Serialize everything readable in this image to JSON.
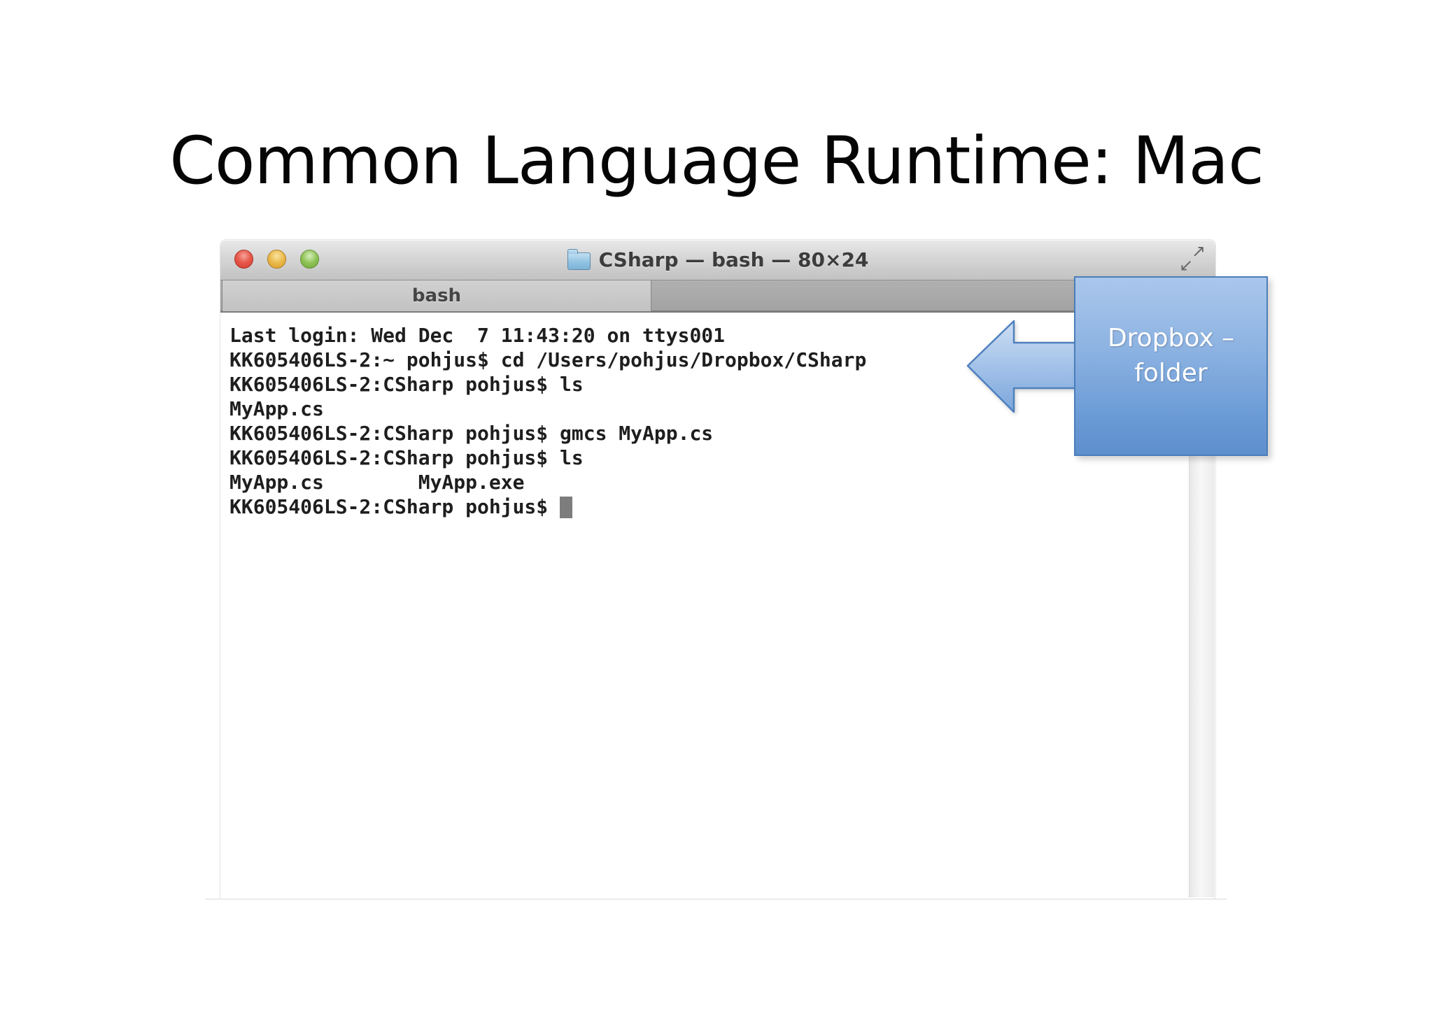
{
  "slide": {
    "title": "Common Language Runtime: Mac"
  },
  "terminal": {
    "window_title": "CSharp — bash — 80×24",
    "tab_label": "bash",
    "lines": [
      "Last login: Wed Dec  7 11:43:20 on ttys001",
      "KK605406LS-2:~ pohjus$ cd /Users/pohjus/Dropbox/CSharp",
      "KK605406LS-2:CSharp pohjus$ ls",
      "MyApp.cs",
      "KK605406LS-2:CSharp pohjus$ gmcs MyApp.cs",
      "KK605406LS-2:CSharp pohjus$ ls",
      "MyApp.cs        MyApp.exe",
      "KK605406LS-2:CSharp pohjus$ "
    ]
  },
  "callout": {
    "line1": "Dropbox –",
    "line2": "folder"
  },
  "icons": {
    "fullscreen_ne": "↗",
    "fullscreen_sw": "↙"
  },
  "colors": {
    "callout_fill_top": "#aac7ec",
    "callout_fill_bottom": "#5e8fcd",
    "callout_border": "#4b7db9",
    "traffic_red": "#e85a4d",
    "traffic_yellow": "#eab94a",
    "traffic_green": "#8ec355",
    "terminal_text": "#1e1e1e",
    "cursor_gray": "#7d7d7d"
  }
}
